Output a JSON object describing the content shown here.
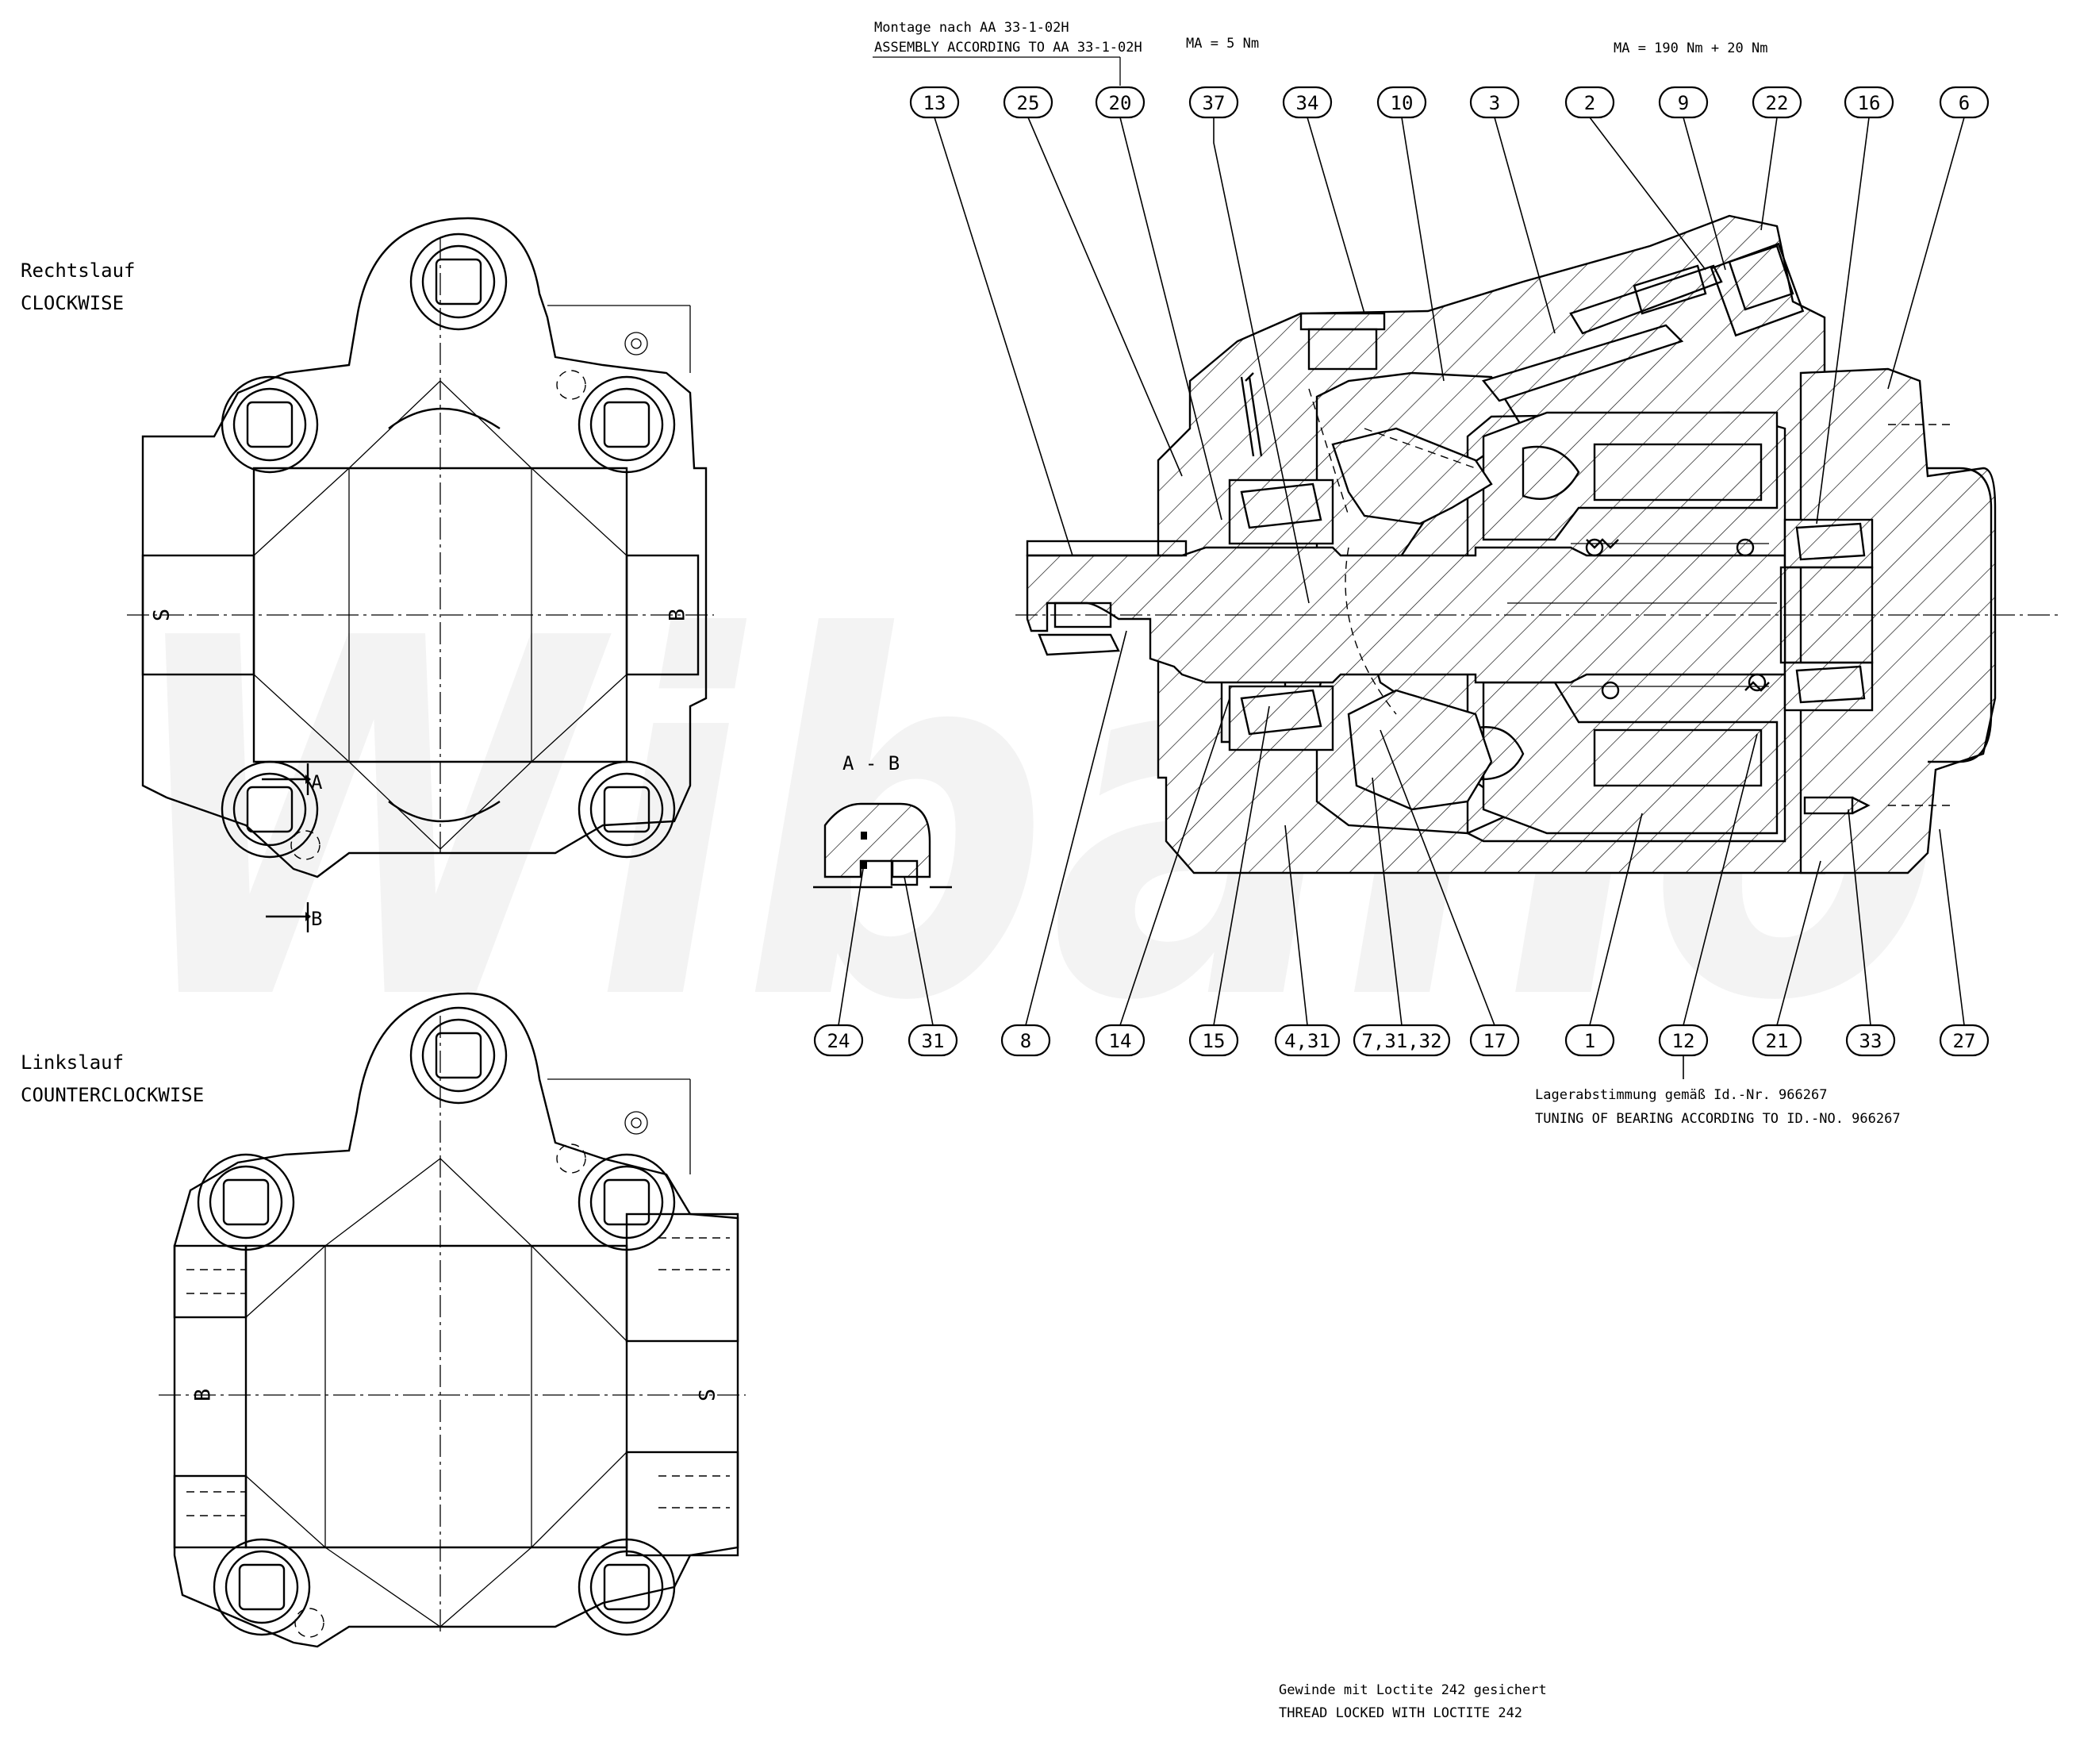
{
  "views": {
    "clockwise_de": "Rechtslauf",
    "clockwise_en": "CLOCKWISE",
    "counterclockwise_de": "Linkslauf",
    "counterclockwise_en": "COUNTERCLOCKWISE",
    "section_ab": "A - B",
    "marker_a": "A",
    "marker_b": "B",
    "port_s": "S",
    "port_b": "B"
  },
  "notes": {
    "assembly_de": "Montage nach AA 33-1-02H",
    "assembly_en": "ASSEMBLY ACCORDING TO AA 33-1-02H",
    "torque_small": "MA = 5 Nm",
    "torque_large": "MA = 190 Nm + 20 Nm",
    "bearing_de": "Lagerabstimmung gemäß Id.-Nr. 966267",
    "bearing_en": "TUNING OF BEARING ACCORDING TO ID.-NO. 966267",
    "thread_de": "Gewinde mit Loctite 242 gesichert",
    "thread_en": "THREAD LOCKED WITH LOCTITE 242"
  },
  "callouts_top": [
    "13",
    "25",
    "20",
    "37",
    "34",
    "10",
    "3",
    "2",
    "9",
    "22",
    "16",
    "6"
  ],
  "callouts_bottom": [
    "24",
    "31",
    "8",
    "14",
    "15",
    "4,31",
    "7,31,32",
    "17",
    "1",
    "12",
    "21",
    "33",
    "27"
  ],
  "watermark": "Wibaho"
}
